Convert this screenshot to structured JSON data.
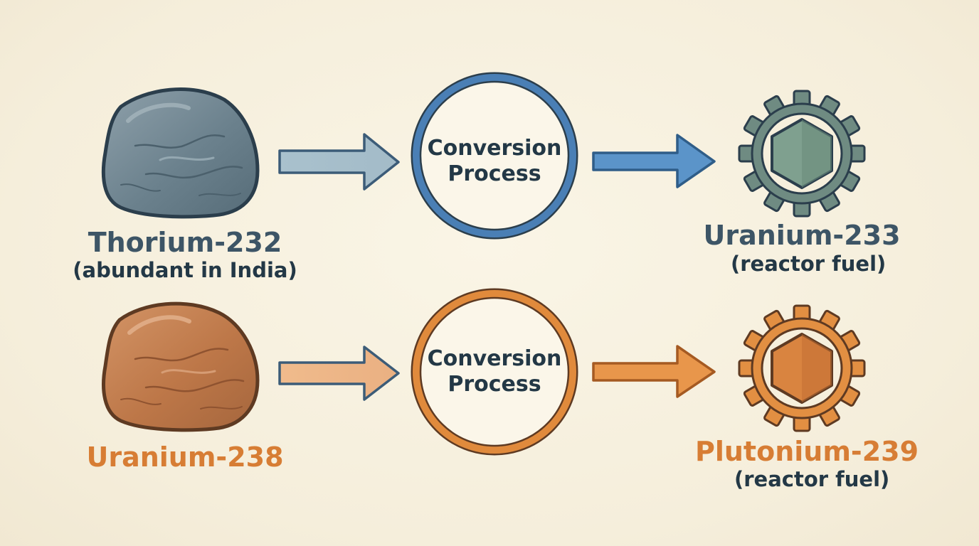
{
  "colors": {
    "background": "#f5eedb",
    "outline": "#2b3e4c",
    "thorium_blue": "#4a7fb5",
    "uranium_orange": "#e08a3c",
    "text_dark": "#233846",
    "text_slate": "#3d5566",
    "text_orange": "#d77d34"
  },
  "rows": [
    {
      "source": {
        "name": "Thorium-232",
        "note": "(abundant in India)",
        "icon": "gray-rock-icon"
      },
      "process": {
        "line1": "Conversion",
        "line2": "Process"
      },
      "product": {
        "name": "Uranium-233",
        "note": "(reactor fuel)",
        "icon": "green-hexagon-gear-icon"
      }
    },
    {
      "source": {
        "name": "Uranium-238",
        "icon": "brown-rock-icon"
      },
      "process": {
        "line1": "Conversion",
        "line2": "Process"
      },
      "product": {
        "name": "Plutonium-239",
        "note": "(reactor fuel)",
        "icon": "orange-hexagon-gear-icon"
      }
    }
  ]
}
